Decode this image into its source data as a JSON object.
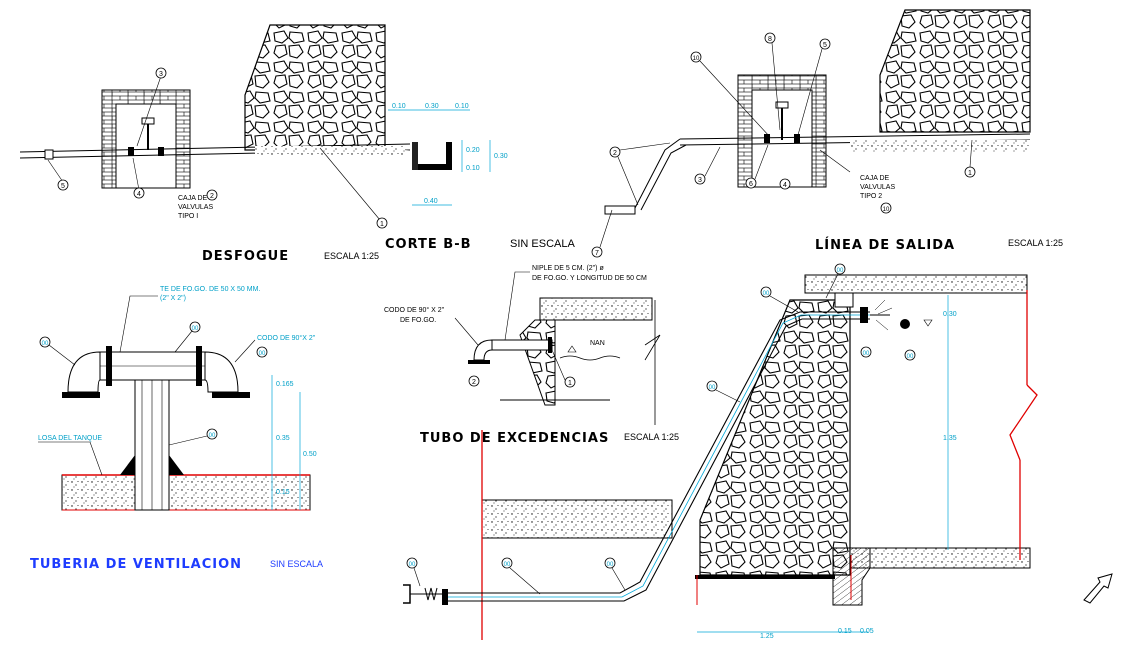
{
  "titles": {
    "desfogue": "DESFOGUE",
    "desfogue_scale": "ESCALA 1:25",
    "corte": "CORTE B-B",
    "corte_scale": "SIN ESCALA",
    "linea": "LÍNEA DE SALIDA",
    "linea_scale": "ESCALA 1:25",
    "tubo": "TUBO DE EXCEDENCIAS",
    "tubo_scale": "ESCALA 1:25",
    "ventilacion": "TUBERIA DE VENTILACION",
    "ventilacion_scale": "SIN ESCALA"
  },
  "desfogue": {
    "caja_l1": "CAJA DE",
    "caja_l2": "VALVULAS",
    "caja_l3": "TIPO I",
    "dims": [
      "0.10",
      "0.30",
      "0.10",
      "0.20",
      "0.30",
      "0.10",
      "0.40"
    ],
    "balloons": [
      "3",
      "5",
      "4",
      "2",
      "1"
    ]
  },
  "linea": {
    "caja_l1": "CAJA DE",
    "caja_l2": "VALVULAS",
    "caja_l3": "TIPO 2",
    "balloons": [
      "10",
      "8",
      "5",
      "2",
      "3",
      "6",
      "4",
      "1",
      "7",
      "10"
    ]
  },
  "ventilacion": {
    "te_label_l1": "TE DE FO.GO. DE 50 X 50 MM.",
    "te_label_l2": "(2\" X 2\")",
    "codo_label": "CODO DE 90°X 2\"",
    "losa_label": "LOSA DEL TANQUE",
    "dims": [
      "0.165",
      "0.35",
      "0.50",
      "0.15"
    ],
    "balloons": [
      "00",
      "00",
      "00",
      "00"
    ]
  },
  "tubo": {
    "niple_l1": "NIPLE DE 5 CM. (2\") ø",
    "niple_l2": "DE FO.GO. Y LONGITUD DE 50 CM",
    "codo_l1": "CODO DE 90° X 2\"",
    "codo_l2": "DE FO.GO.",
    "nan": "NAN",
    "balloons": [
      "2",
      "1"
    ]
  },
  "corte_detail": {
    "dims": [
      "0.30",
      "1.35",
      "1.25",
      "0.15",
      "0.05"
    ],
    "balloons": [
      "00",
      "00",
      "00",
      "00",
      "00",
      "00",
      "00",
      "00"
    ]
  },
  "colors": {
    "line": "#000000",
    "accent": "#00a8d8",
    "title_blue": "#1e3cff",
    "red": "#e00000"
  }
}
